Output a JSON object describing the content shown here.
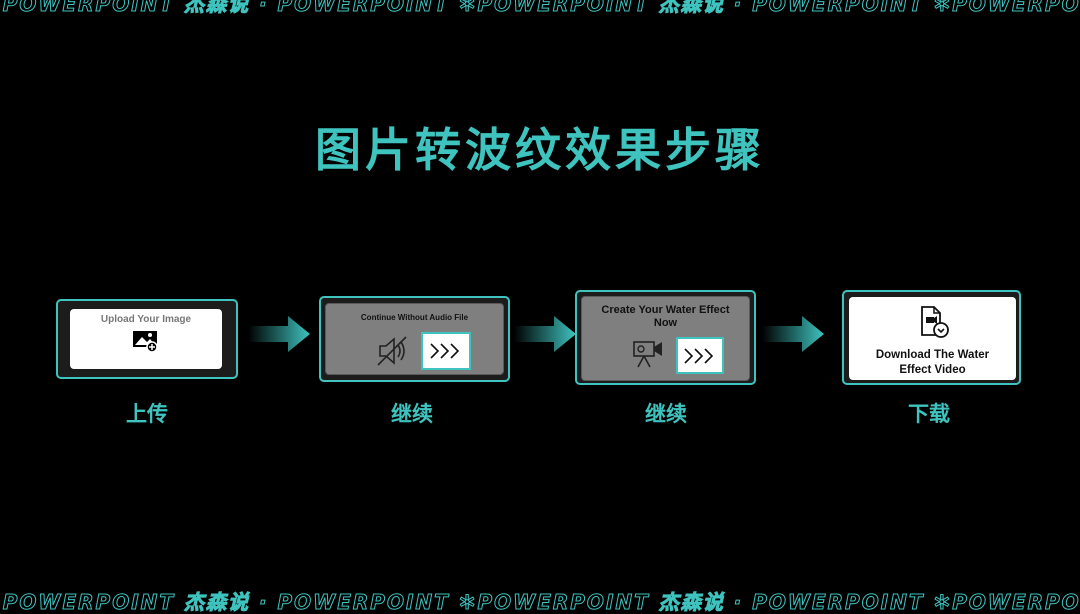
{
  "banner": {
    "text": "✲POWERPOINT 杰森说 · POWERPOINT ✲POWERPOINT 杰森说 · POWERPOINT ✲POWERPOINT"
  },
  "title": "图片转波纹效果步骤",
  "steps": [
    {
      "screen_text": "Upload Your Image",
      "icon": "upload-image-icon",
      "caption": "上传"
    },
    {
      "screen_text": "Continue Without Audio File",
      "icon": "mute-speaker-icon",
      "caption": "继续"
    },
    {
      "screen_text": "Create Your Water Effect Now",
      "icon": "video-camera-icon",
      "caption": "继续"
    },
    {
      "screen_text": "Download The Water Effect Video",
      "icon": "download-video-icon",
      "caption": "下载"
    }
  ],
  "colors": {
    "accent": "#3ec3bf",
    "background": "#000000"
  }
}
